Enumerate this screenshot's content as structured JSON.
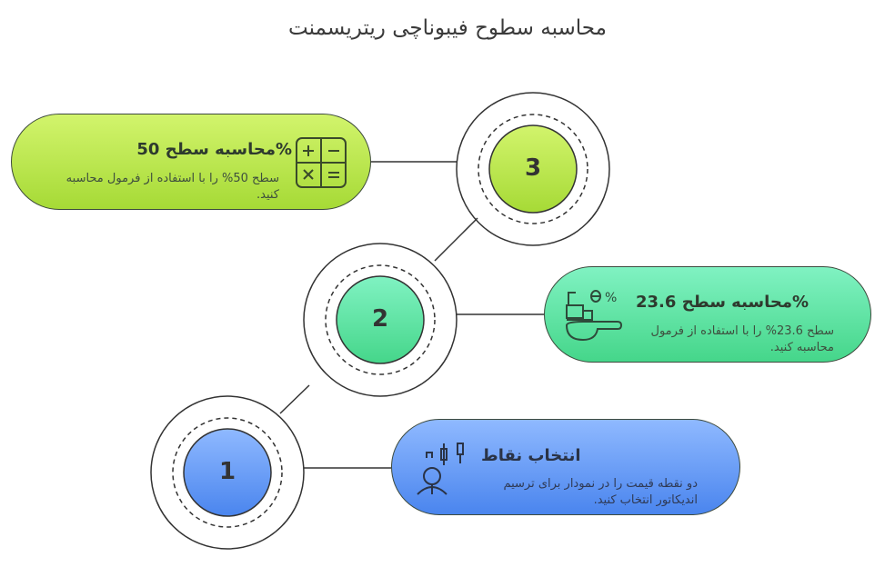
{
  "title": "محاسبه سطوح فیبوناچی ریتریسمنت",
  "steps": [
    {
      "number": "1",
      "title": "انتخاب نقاط",
      "description": "دو نقطه قیمت را در نمودار برای ترسیم اندیکاتور انتخاب کنید.",
      "icon": "person-candlestick-icon",
      "color": "#6fa3fb"
    },
    {
      "number": "2",
      "title": "%محاسبه سطح 23.6",
      "description": "سطح 23.6% را با استفاده از فرمول محاسبه کنید.",
      "icon": "percent-scoop-icon",
      "color": "#5ee6a4"
    },
    {
      "number": "3",
      "title": "%محاسبه سطح 50",
      "description": "سطح 50% را با استفاده از فرمول محاسبه کنید.",
      "icon": "calculator-icon",
      "color": "#bde854"
    }
  ]
}
